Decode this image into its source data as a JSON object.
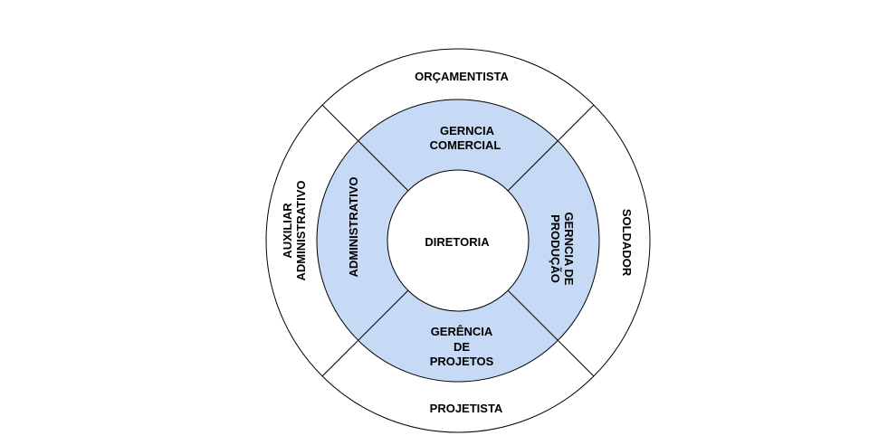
{
  "diagram": {
    "center": {
      "label": "DIRETORIA"
    },
    "inner_ring": {
      "top": {
        "line1": "GERNCIA",
        "line2": "COMERCIAL"
      },
      "right": {
        "line1": "GERNCIA DE",
        "line2": "PRODUÇÃO"
      },
      "bottom": {
        "line1": "GERÊNCIA",
        "line2": "DE",
        "line3": "PROJETOS"
      },
      "left": {
        "line1": "ADMINISTRATIVO"
      }
    },
    "outer_ring": {
      "top": {
        "line1": "ORÇAMENTISTA"
      },
      "right": {
        "line1": "SOLDADOR"
      },
      "bottom": {
        "line1": "PROJETISTA"
      },
      "left": {
        "line1": "AUXILIAR",
        "line2": "ADMINISTRATIVO"
      }
    }
  },
  "colors": {
    "inner_ring_fill": "#c6d9f5",
    "outer_ring_fill": "#ffffff",
    "stroke": "#000000"
  }
}
